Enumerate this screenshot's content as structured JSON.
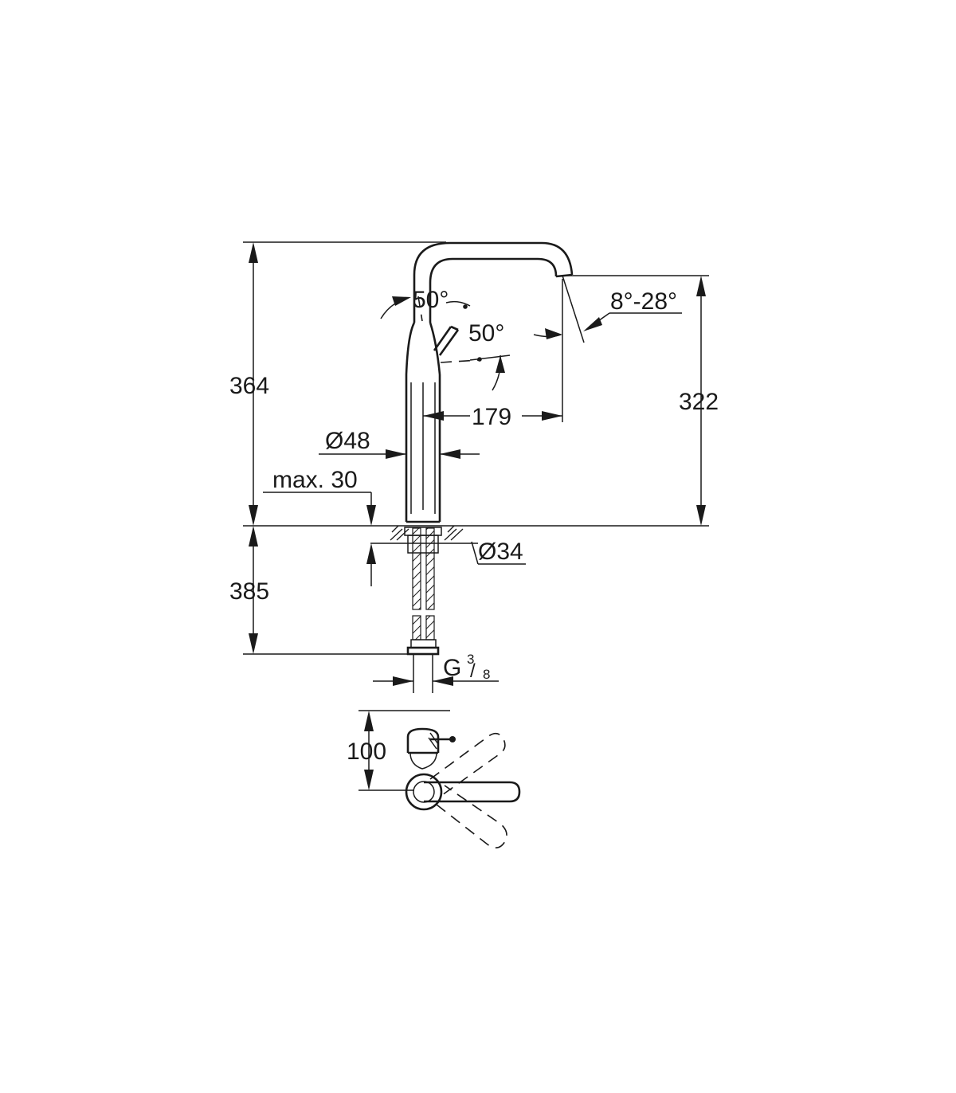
{
  "drawing": {
    "subject": "faucet technical drawing",
    "stroke_color": "#1a1a1a",
    "background_color": "#ffffff"
  },
  "dimensions": {
    "total_height": "364",
    "spout_height": "322",
    "below_deck_length": "385",
    "spout_reach": "179",
    "body_diameter": "Ø48",
    "deck_thickness": "max. 30",
    "hole_diameter": "Ø34",
    "connection_thread": "G",
    "connection_fraction_numerator": "3",
    "connection_fraction_denominator": "8",
    "lever_angle_top": "50°",
    "lever_angle_side": "50°",
    "spout_angle": "8°-28°",
    "lever_clearance": "100"
  }
}
